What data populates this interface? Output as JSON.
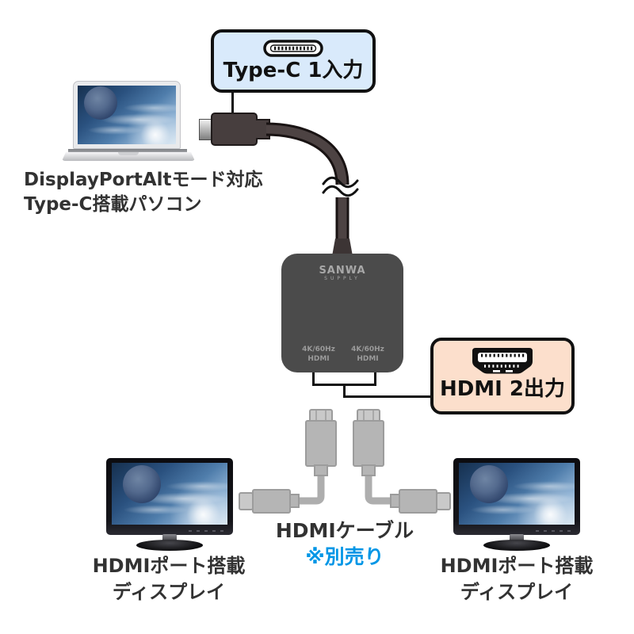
{
  "typec_callout": {
    "icon": "usb-c-connector-icon",
    "label": "Type-C 1入力",
    "bg_color": "#d9eafb",
    "border_color": "#111111"
  },
  "source_pc": {
    "caption_line1": "DisplayPortAltモード対応",
    "caption_line2": "Type-C搭載パソコン"
  },
  "adapter": {
    "brand": "SANWA",
    "brand_sub": "SUPPLY",
    "body_color": "#4b4b4b",
    "ports": [
      {
        "line1": "4K/60Hz",
        "line2": "HDMI"
      },
      {
        "line1": "4K/60Hz",
        "line2": "HDMI"
      }
    ]
  },
  "hdmi_callout": {
    "icon": "hdmi-connector-icon",
    "label": "HDMI 2出力",
    "bg_color": "#fcdfcc",
    "border_color": "#111111"
  },
  "hdmi_cables": {
    "caption": "HDMIケーブル",
    "note": "※別売り",
    "note_color": "#0096e6",
    "cable_color": "#b5b5b5"
  },
  "displays": {
    "left": {
      "caption_line1": "HDMIポート搭載",
      "caption_line2": "ディスプレイ"
    },
    "right": {
      "caption_line1": "HDMIポート搭載",
      "caption_line2": "ディスプレイ"
    }
  }
}
